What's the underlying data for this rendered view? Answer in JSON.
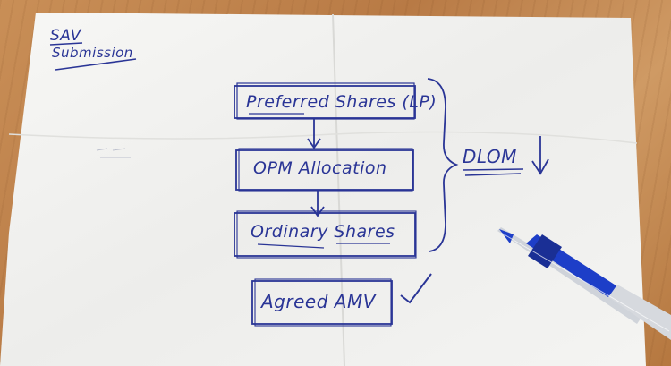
{
  "notes": {
    "title": "SAV",
    "subtitle": "Submission"
  },
  "flow": {
    "box1": "Preferred Shares (LP)",
    "box2": "OPM Allocation",
    "box3": "Ordinary Shares",
    "result": "Agreed AMV"
  },
  "side_note": {
    "label": "DLOM"
  },
  "colors": {
    "ink": "#2a3596",
    "paper": "#f3f3f0",
    "table": "#c98f57",
    "pen_body": "#1d3ec8"
  },
  "icons": [
    "down-arrow-icon",
    "checkmark-icon",
    "brace-icon",
    "pen-icon"
  ]
}
